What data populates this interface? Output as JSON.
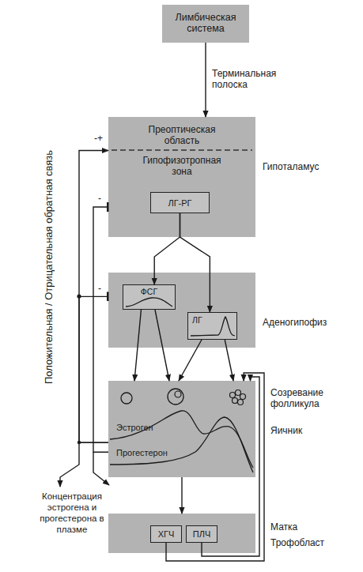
{
  "diagram": {
    "nodes": [
      {
        "text": [
          "Лимбическая система"
        ]
      },
      {
        "text": [
          "Преоптическая область",
          "Гипофизотропная зона",
          "Гипоталамус"
        ]
      },
      {
        "text": [
          "ЛГ-РГ"
        ],
        "in": 1
      },
      {
        "text": [
          "Аденогипофиз"
        ]
      },
      {
        "text": [
          "ФСГ"
        ],
        "in": 3
      },
      {
        "text": [
          "ЛГ"
        ],
        "in": 3
      },
      {
        "text": [
          "Созревание фолликула",
          "Яичник",
          "Эстроген",
          "Прогестерон"
        ]
      },
      {
        "text": [
          "Матка",
          "Трофобласт"
        ]
      },
      {
        "text": [
          "ХГЧ"
        ],
        "in": 7
      },
      {
        "text": [
          "ПЛЧ"
        ],
        "in": 7
      }
    ],
    "edges": [
      {
        "from": 0,
        "to": 1,
        "label": "Терминальная полоска",
        "arrow": "to"
      },
      {
        "from": 2,
        "to": 4,
        "arrow": "to"
      },
      {
        "from": 2,
        "to": 5,
        "arrow": "to"
      },
      {
        "from": 4,
        "to": 6,
        "arrow": "to"
      },
      {
        "from": 5,
        "to": 6,
        "arrow": "to"
      },
      {
        "from": 6,
        "to": 7,
        "arrow": "to"
      },
      {
        "from": 8,
        "to": 6,
        "arrow": "to"
      },
      {
        "from": 9,
        "to": 6,
        "arrow": "to"
      },
      {
        "from": 6,
        "to": 1,
        "arrow": "to"
      },
      {
        "from": 6,
        "to": 1,
        "arrow": "to"
      },
      {
        "from": 6,
        "to": 3,
        "arrow": "to"
      }
    ],
    "labels": [
      "Положительная / Отрицательная обратная связь",
      "-+",
      "-",
      "-",
      "Концентрация эстрогена и прогестерона в плазме"
    ]
  }
}
